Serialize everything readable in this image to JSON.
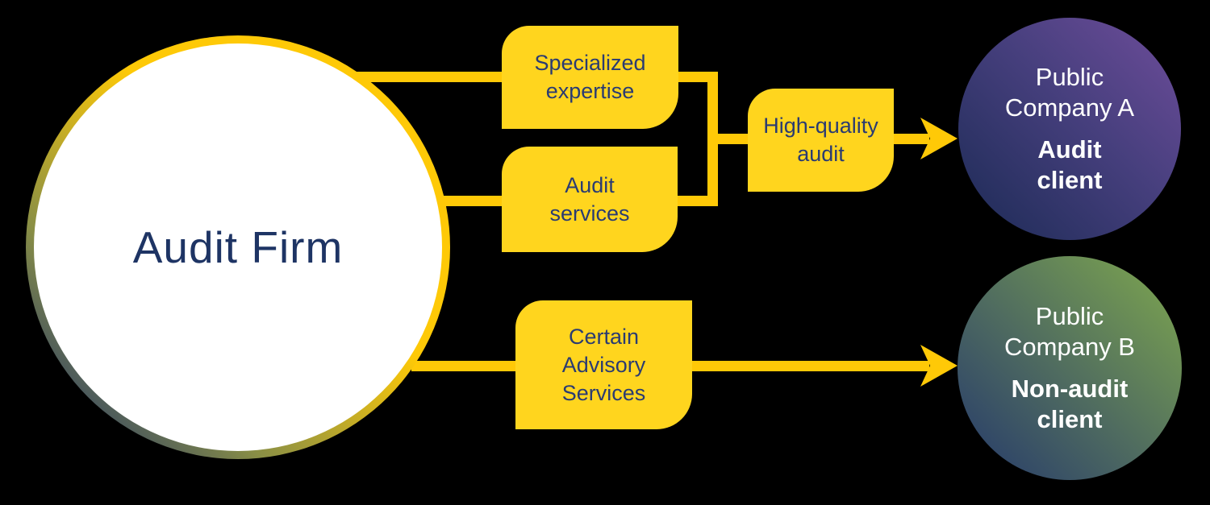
{
  "diagram": {
    "audit_firm": {
      "label": "Audit Firm"
    },
    "boxes": {
      "specialized": {
        "label": "Specialized\nexpertise"
      },
      "audit_services": {
        "label": "Audit\nservices"
      },
      "high_quality": {
        "label": "High-quality\naudit"
      },
      "advisory": {
        "label": "Certain\nAdvisory\nServices"
      }
    },
    "companies": {
      "a": {
        "title": "Public\nCompany A",
        "subtitle": "Audit\nclient"
      },
      "b": {
        "title": "Public\nCompany B",
        "subtitle": "Non-audit\nclient"
      }
    },
    "colors": {
      "background": "#000000",
      "line_gold": "#ffc907",
      "box_yellow": "#ffd51e",
      "box_text_navy": "#2a3b72",
      "firm_text_navy": "#1e3464",
      "ring_gold": "#fec907",
      "ring_navy": "#24386b",
      "circle_a_purple": "#6f4d9b",
      "circle_a_navy": "#1f2c58",
      "circle_b_green": "#80a94e",
      "circle_b_navy": "#24386b",
      "company_text": "#ffffff"
    }
  }
}
